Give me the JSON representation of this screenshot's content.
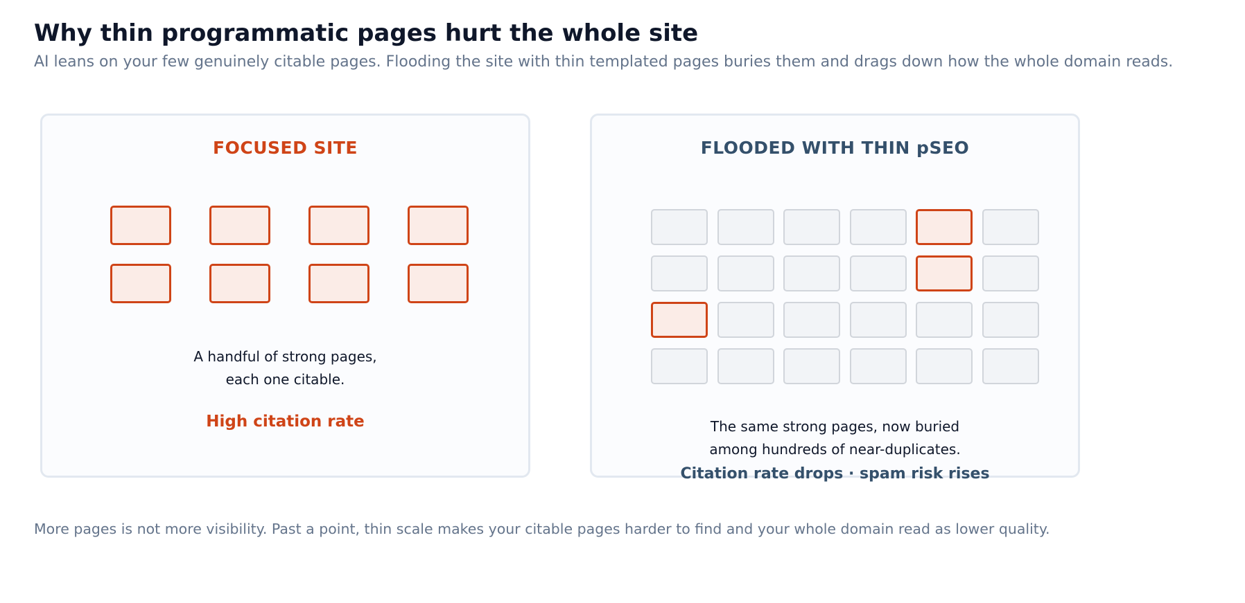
{
  "header": {
    "title": "Why thin programmatic pages hurt the whole site",
    "subtitle": "AI leans on your few genuinely citable pages. Flooding the site with thin templated pages buries them and drags down how the whole domain reads."
  },
  "focused": {
    "heading": "FOCUSED SITE",
    "caption_line1": "A handful of strong pages,",
    "caption_line2": "each one citable.",
    "outcome": "High citation rate",
    "grid": {
      "rows": 2,
      "cols": 4
    }
  },
  "flooded": {
    "heading": "FLOODED WITH THIN pSEO",
    "caption_line1": "The same strong pages, now buried",
    "caption_line2": "among hundreds of near-duplicates.",
    "outcome": "Citation rate drops  ·  spam risk rises",
    "grid": {
      "rows": 4,
      "cols": 6,
      "strong_cells": [
        [
          0,
          4
        ],
        [
          1,
          4
        ],
        [
          2,
          0
        ]
      ]
    }
  },
  "footer": {
    "text": "More pages is not more visibility. Past a point, thin scale makes your citable pages harder to find and your whole domain read as lower quality."
  },
  "colors": {
    "accent": "#cf4417",
    "secondary": "#34506b",
    "strong_fill": "#fbece7",
    "thin_fill": "#f2f4f7",
    "thin_border": "#d1d5db"
  }
}
